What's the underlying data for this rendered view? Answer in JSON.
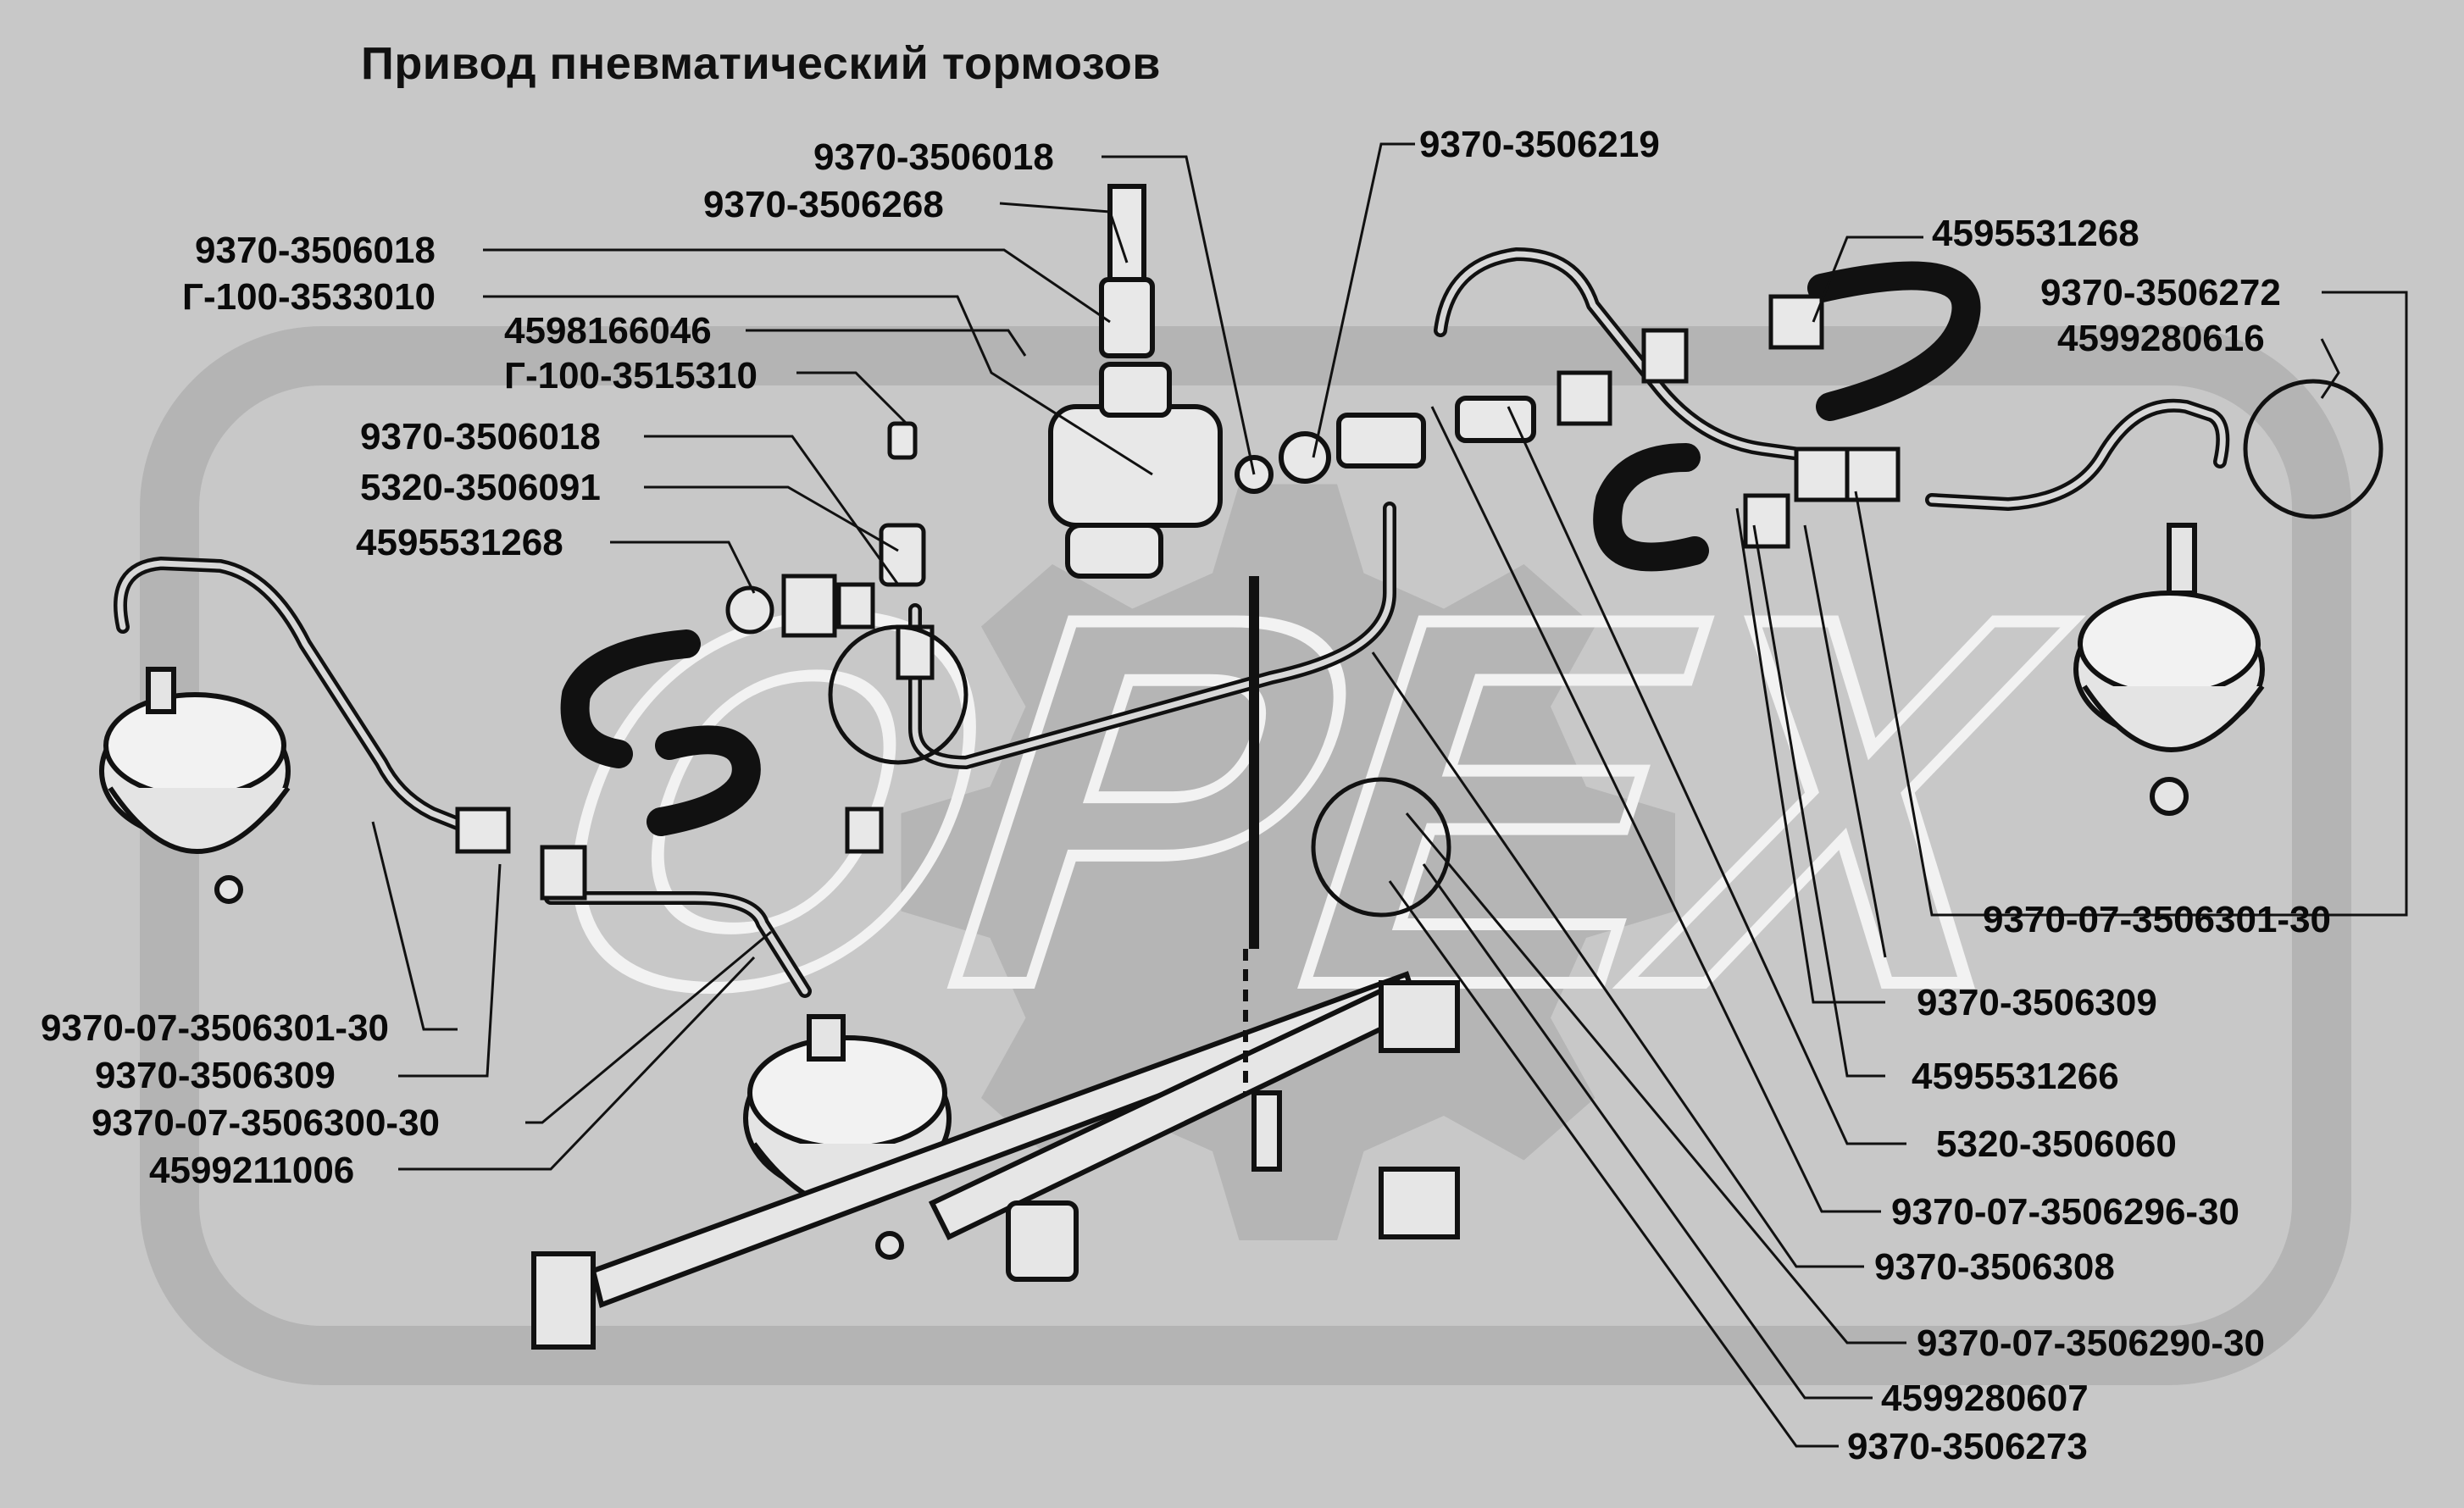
{
  "title": "Привод пневматический тормозов",
  "labels": {
    "top_center": [
      "9370-3506018",
      "9370-3506268",
      "9370-3506219"
    ],
    "left": [
      "9370-3506018",
      "Г-100-3533010",
      "4598166046",
      "Г-100-3515310",
      "9370-3506018",
      "5320-3506091",
      "4595531268"
    ],
    "top_right": [
      "4595531268",
      "9370-3506272",
      "4599280616"
    ],
    "bottom_left": [
      "9370-07-3506301-30",
      "9370-3506309",
      "9370-07-3506300-30",
      "4599211006"
    ],
    "bottom_right": [
      "9370-07-3506301-30",
      "9370-3506309",
      "4595531266",
      "5320-3506060",
      "9370-07-3506296-30",
      "9370-3506308",
      "9370-07-3506290-30",
      "4599280607",
      "9370-3506273"
    ]
  }
}
